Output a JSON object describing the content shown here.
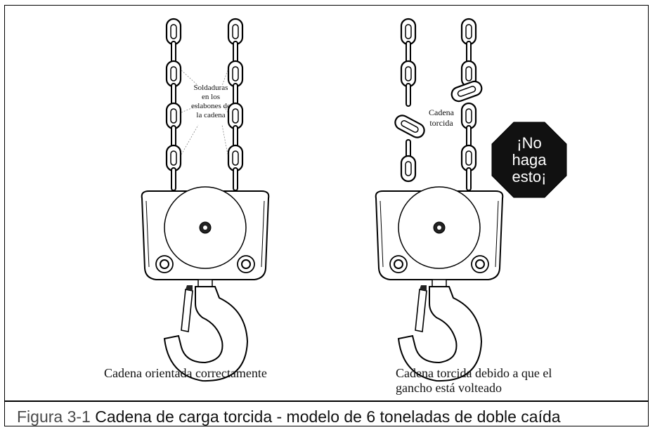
{
  "left_figure": {
    "annotation_lines": [
      "Soldaduras",
      "en los",
      "eslabones de",
      "la cadena"
    ],
    "caption": "Cadena orientada correctamente"
  },
  "right_figure": {
    "annotation_lines": [
      "Cadena",
      "torcida"
    ],
    "caption_lines": [
      "Cadena torcida debido a que el",
      "gancho está volteado"
    ],
    "warning_lines": [
      "¡No",
      "haga",
      "esto¡"
    ]
  },
  "figure_caption": {
    "number": "Figura 3-1",
    "text": "Cadena de carga torcida - modelo de 6 toneladas de doble caída"
  },
  "colors": {
    "warning_fill": "#111111",
    "line": "#000000"
  }
}
